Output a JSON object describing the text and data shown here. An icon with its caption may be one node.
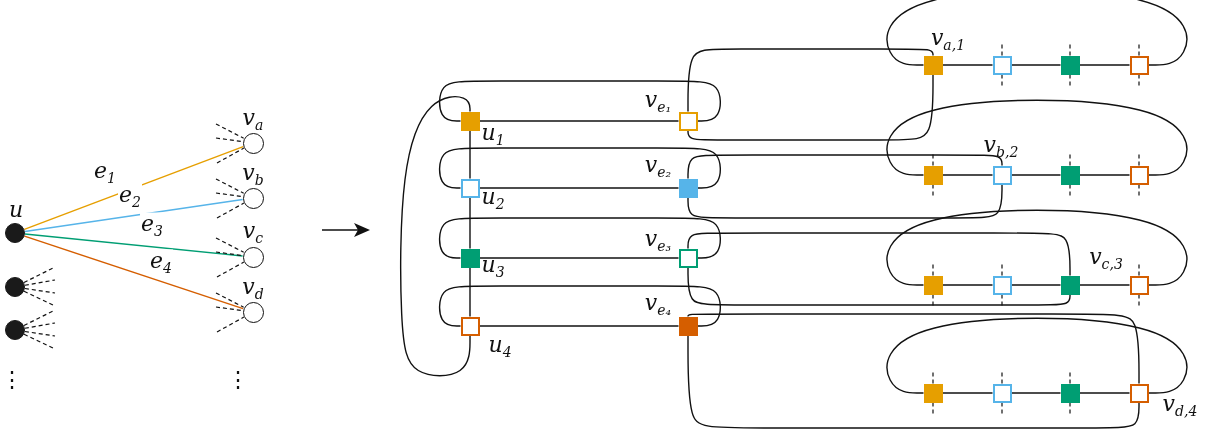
{
  "diagram": {
    "nodes": [
      {
        "text": [],
        "shape": "circle",
        "beside": [
          "u"
        ]
      },
      {
        "text": [],
        "shape": "circle"
      },
      {
        "text": [],
        "shape": "circle"
      },
      {
        "text": [],
        "shape": "circle",
        "beside": [
          "v$_{a}$"
        ]
      },
      {
        "text": [],
        "shape": "circle",
        "beside": [
          "v$_{b}$"
        ]
      },
      {
        "text": [],
        "shape": "circle",
        "beside": [
          "v$_{c}$"
        ]
      },
      {
        "text": [],
        "shape": "circle",
        "beside": [
          "v$_{d}$"
        ]
      },
      {
        "text": [],
        "shape": "box",
        "beside": [
          "u$_{1}$"
        ]
      },
      {
        "text": [],
        "shape": "box",
        "beside": [
          "u$_{2}$"
        ]
      },
      {
        "text": [],
        "shape": "box",
        "beside": [
          "u$_{3}$"
        ]
      },
      {
        "text": [],
        "shape": "box",
        "beside": [
          "u$_{4}$"
        ]
      },
      {
        "text": [],
        "shape": "box",
        "beside": [
          "v$_{e₁}$"
        ]
      },
      {
        "text": [],
        "shape": "box",
        "beside": [
          "v$_{e₂}$"
        ]
      },
      {
        "text": [],
        "shape": "box",
        "beside": [
          "v$_{e₃}$"
        ]
      },
      {
        "text": [],
        "shape": "box",
        "beside": [
          "v$_{e₄}$"
        ]
      },
      {
        "text": [],
        "shape": "box",
        "beside": [
          "v$_{a,1}$"
        ]
      },
      {
        "text": [],
        "shape": "box"
      },
      {
        "text": [],
        "shape": "box"
      },
      {
        "text": [],
        "shape": "box"
      },
      {
        "text": [],
        "shape": "box"
      },
      {
        "text": [],
        "shape": "box",
        "beside": [
          "v$_{b,2}$"
        ]
      },
      {
        "text": [],
        "shape": "box"
      },
      {
        "text": [],
        "shape": "box"
      },
      {
        "text": [],
        "shape": "box"
      },
      {
        "text": [],
        "shape": "box"
      },
      {
        "text": [],
        "shape": "box",
        "beside": [
          "v$_{c,3}$"
        ]
      },
      {
        "text": [],
        "shape": "box"
      },
      {
        "text": [],
        "shape": "box"
      },
      {
        "text": [],
        "shape": "box"
      },
      {
        "text": [],
        "shape": "box"
      },
      {
        "text": [],
        "shape": "box",
        "beside": [
          "v$_{d,4}$"
        ]
      }
    ],
    "edges": [
      {
        "from": 0,
        "to": 3,
        "arrow": "none",
        "label": "e$_{1}$",
        "color": "#e69f00"
      },
      {
        "from": 0,
        "to": 4,
        "arrow": "none",
        "label": "e$_{2}$",
        "color": "#56b4e9"
      },
      {
        "from": 0,
        "to": 5,
        "arrow": "none",
        "label": "e$_{3}$",
        "color": "#009e73"
      },
      {
        "from": 0,
        "to": 6,
        "arrow": "none",
        "label": "e$_{4}$",
        "color": "#d55e00"
      },
      {
        "from": null,
        "to": 3,
        "arrow": "none",
        "style": "dashed"
      },
      {
        "from": null,
        "to": 3,
        "arrow": "none",
        "style": "dashed"
      },
      {
        "from": null,
        "to": 3,
        "arrow": "none",
        "style": "dashed"
      },
      {
        "from": null,
        "to": 4,
        "arrow": "none",
        "style": "dashed"
      },
      {
        "from": null,
        "to": 4,
        "arrow": "none",
        "style": "dashed"
      },
      {
        "from": null,
        "to": 4,
        "arrow": "none",
        "style": "dashed"
      },
      {
        "from": null,
        "to": 5,
        "arrow": "none",
        "style": "dashed"
      },
      {
        "from": null,
        "to": 5,
        "arrow": "none",
        "style": "dashed"
      },
      {
        "from": null,
        "to": 5,
        "arrow": "none",
        "style": "dashed"
      },
      {
        "from": null,
        "to": 6,
        "arrow": "none",
        "style": "dashed"
      },
      {
        "from": null,
        "to": 6,
        "arrow": "none",
        "style": "dashed"
      },
      {
        "from": null,
        "to": 6,
        "arrow": "none",
        "style": "dashed"
      },
      {
        "from": 1,
        "to": null,
        "arrow": "none",
        "style": "dashed"
      },
      {
        "from": 1,
        "to": null,
        "arrow": "none",
        "style": "dashed"
      },
      {
        "from": 1,
        "to": null,
        "arrow": "none",
        "style": "dashed"
      },
      {
        "from": 1,
        "to": null,
        "arrow": "none",
        "style": "dashed"
      },
      {
        "from": 2,
        "to": null,
        "arrow": "none",
        "style": "dashed"
      },
      {
        "from": 2,
        "to": null,
        "arrow": "none",
        "style": "dashed"
      },
      {
        "from": 2,
        "to": null,
        "arrow": "none",
        "style": "dashed"
      },
      {
        "from": 2,
        "to": null,
        "arrow": "none",
        "style": "dashed"
      },
      {
        "from": 7,
        "to": 8,
        "arrow": "none"
      },
      {
        "from": 8,
        "to": 9,
        "arrow": "none"
      },
      {
        "from": 9,
        "to": 10,
        "arrow": "none"
      },
      {
        "from": 7,
        "to": 11,
        "arrow": "none"
      },
      {
        "from": 8,
        "to": 12,
        "arrow": "none"
      },
      {
        "from": 9,
        "to": 13,
        "arrow": "none"
      },
      {
        "from": 10,
        "to": 14,
        "arrow": "none"
      },
      {
        "from": 7,
        "to": 11,
        "arrow": "none"
      },
      {
        "from": 8,
        "to": 12,
        "arrow": "none"
      },
      {
        "from": 9,
        "to": 13,
        "arrow": "none"
      },
      {
        "from": 10,
        "to": 14,
        "arrow": "none"
      },
      {
        "from": 7,
        "to": 10,
        "arrow": "none"
      },
      {
        "from": 11,
        "to": 15,
        "arrow": "none"
      },
      {
        "from": 11,
        "to": 15,
        "arrow": "none"
      },
      {
        "from": 12,
        "to": 20,
        "arrow": "none"
      },
      {
        "from": 12,
        "to": 20,
        "arrow": "none"
      },
      {
        "from": 13,
        "to": 25,
        "arrow": "none"
      },
      {
        "from": 13,
        "to": 25,
        "arrow": "none"
      },
      {
        "from": 14,
        "to": 30,
        "arrow": "none"
      },
      {
        "from": 14,
        "to": 30,
        "arrow": "none"
      },
      {
        "from": 15,
        "to": 16,
        "arrow": "none"
      },
      {
        "from": 16,
        "to": 17,
        "arrow": "none"
      },
      {
        "from": 17,
        "to": 18,
        "arrow": "none"
      },
      {
        "from": 19,
        "to": 20,
        "arrow": "none"
      },
      {
        "from": 20,
        "to": 21,
        "arrow": "none"
      },
      {
        "from": 21,
        "to": 22,
        "arrow": "none"
      },
      {
        "from": 23,
        "to": 24,
        "arrow": "none"
      },
      {
        "from": 24,
        "to": 25,
        "arrow": "none"
      },
      {
        "from": 25,
        "to": 26,
        "arrow": "none"
      },
      {
        "from": 27,
        "to": 28,
        "arrow": "none"
      },
      {
        "from": 28,
        "to": 29,
        "arrow": "none"
      },
      {
        "from": 29,
        "to": 30,
        "arrow": "none"
      },
      {
        "from": 15,
        "to": 18,
        "arrow": "none"
      },
      {
        "from": 19,
        "to": 22,
        "arrow": "none"
      },
      {
        "from": 23,
        "to": 26,
        "arrow": "none"
      },
      {
        "from": 27,
        "to": 30,
        "arrow": "none"
      },
      {
        "from": 16,
        "to": null,
        "arrow": "none",
        "style": "dashed"
      },
      {
        "from": 17,
        "to": null,
        "arrow": "none",
        "style": "dashed"
      },
      {
        "from": 18,
        "to": null,
        "arrow": "none",
        "style": "dashed"
      },
      {
        "from": 19,
        "to": null,
        "arrow": "none",
        "style": "dashed"
      },
      {
        "from": 21,
        "to": null,
        "arrow": "none",
        "style": "dashed"
      },
      {
        "from": 22,
        "to": null,
        "arrow": "none",
        "style": "dashed"
      },
      {
        "from": 23,
        "to": null,
        "arrow": "none",
        "style": "dashed"
      },
      {
        "from": 24,
        "to": null,
        "arrow": "none",
        "style": "dashed"
      },
      {
        "from": 26,
        "to": null,
        "arrow": "none",
        "style": "dashed"
      },
      {
        "from": 27,
        "to": null,
        "arrow": "none",
        "style": "dashed"
      },
      {
        "from": 28,
        "to": null,
        "arrow": "none",
        "style": "dashed"
      },
      {
        "from": 29,
        "to": null,
        "arrow": "none",
        "style": "dashed"
      }
    ],
    "labels": [
      "⋮",
      "⋮"
    ]
  }
}
